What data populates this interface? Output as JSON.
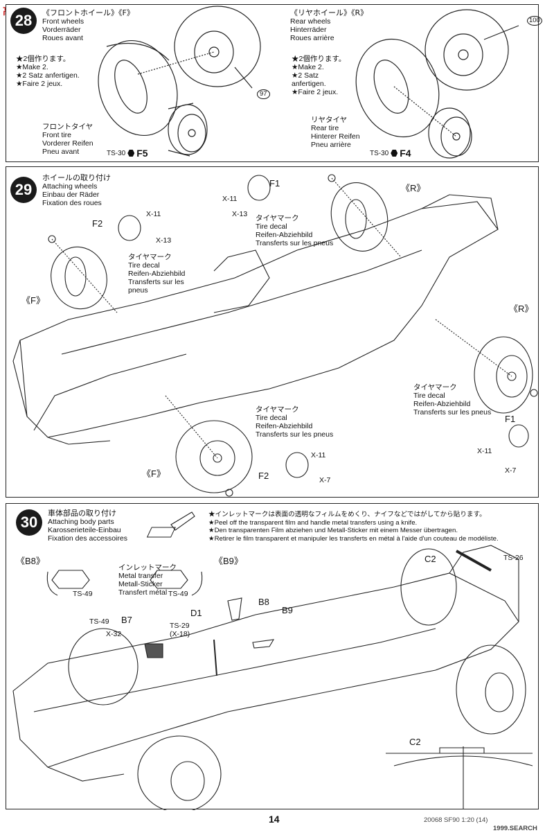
{
  "watermark_top": "高",
  "step28": {
    "front": {
      "title": "《フロントホイール》《F》",
      "lines": [
        "Front wheels",
        "Vorderräder",
        "Roues avant"
      ],
      "make": [
        "★2個作ります。",
        "★Make 2.",
        "★2 Satz anfertigen.",
        "★Faire 2 jeux."
      ],
      "tire": [
        "フロントタイヤ",
        "Front tire",
        "Vorderer Reifen",
        "Pneu avant"
      ],
      "paint": "TS-30",
      "part": "F5",
      "ref": "97"
    },
    "rear": {
      "title": "《リヤホイール》《R》",
      "lines": [
        "Rear wheels",
        "Hinterräder",
        "Roues arrière"
      ],
      "make": [
        "★2個作ります。",
        "★Make 2.",
        "★2 Satz",
        "anfertigen.",
        "★Faire 2 jeux."
      ],
      "tire": [
        "リヤタイヤ",
        "Rear tire",
        "Hinterer Reifen",
        "Pneu arrière"
      ],
      "paint": "TS-30",
      "part": "F4",
      "ref": "100"
    }
  },
  "step29": {
    "number": "29",
    "title": [
      "ホイールの取り付け",
      "Attaching wheels",
      "Einbau der Räder",
      "Fixation des roues"
    ],
    "labels": {
      "f1_top": "F1",
      "x11_top": "X-11",
      "x13_top": "X-13",
      "r_top": "《R》",
      "f2_left": "F2",
      "x11_left": "X-11",
      "x13_left": "X-13",
      "f_left": "《F》",
      "r_right": "《R》",
      "f1_right": "F1",
      "x11_right": "X-11",
      "x7_right": "X-7",
      "x11_bottom": "X-11",
      "x7_bottom": "X-7",
      "f_bottom": "《F》",
      "f2_bottom": "F2"
    },
    "decal": [
      "タイヤマーク",
      "Tire decal",
      "Reifen-Abziehbild",
      "Transferts sur les pneus"
    ],
    "decal_left": [
      "タイヤマーク",
      "Tire decal",
      "Reifen-Abziehbild",
      "Transferts sur les",
      "pneus"
    ]
  },
  "step30": {
    "number": "30",
    "title": [
      "車体部品の取り付け",
      "Attaching body parts",
      "Karosserieteile-Einbau",
      "Fixation des accessoires"
    ],
    "notes": [
      "★インレットマークは表面の透明なフィルムをめくり、ナイフなどではがしてから貼ります。",
      "★Peel off the transparent film and handle metal transfers using a knife.",
      "★Den transparenten Film abziehen und Metall-Sticker mit einem Messer übertragen.",
      "★Retirer le film transparent et manipuler les transferts en métal à l'aide d'un couteau de modéliste."
    ],
    "metal": [
      "インレットマーク",
      "Metal transfer",
      "Metall-Sticker",
      "Transfert métal"
    ],
    "labels": {
      "b8_left": "《B8》",
      "b9_right": "《B9》",
      "ts49_a": "TS-49",
      "ts49_b": "TS-49",
      "c2_top": "C2",
      "ts26": "TS-26",
      "ts49_c": "TS-49",
      "b7": "B7",
      "x32": "X-32",
      "d1": "D1",
      "ts29": "TS-29",
      "x18": "(X-18)",
      "b8": "B8",
      "b9": "B9",
      "c2_bottom": "C2"
    }
  },
  "page_number": "14",
  "footer_code": "20068 SF90 1:20 (14)",
  "footer_site": "1999.SEARCH",
  "colors": {
    "ink": "#111111",
    "paper": "#ffffff",
    "watermark": "#cc2222"
  }
}
